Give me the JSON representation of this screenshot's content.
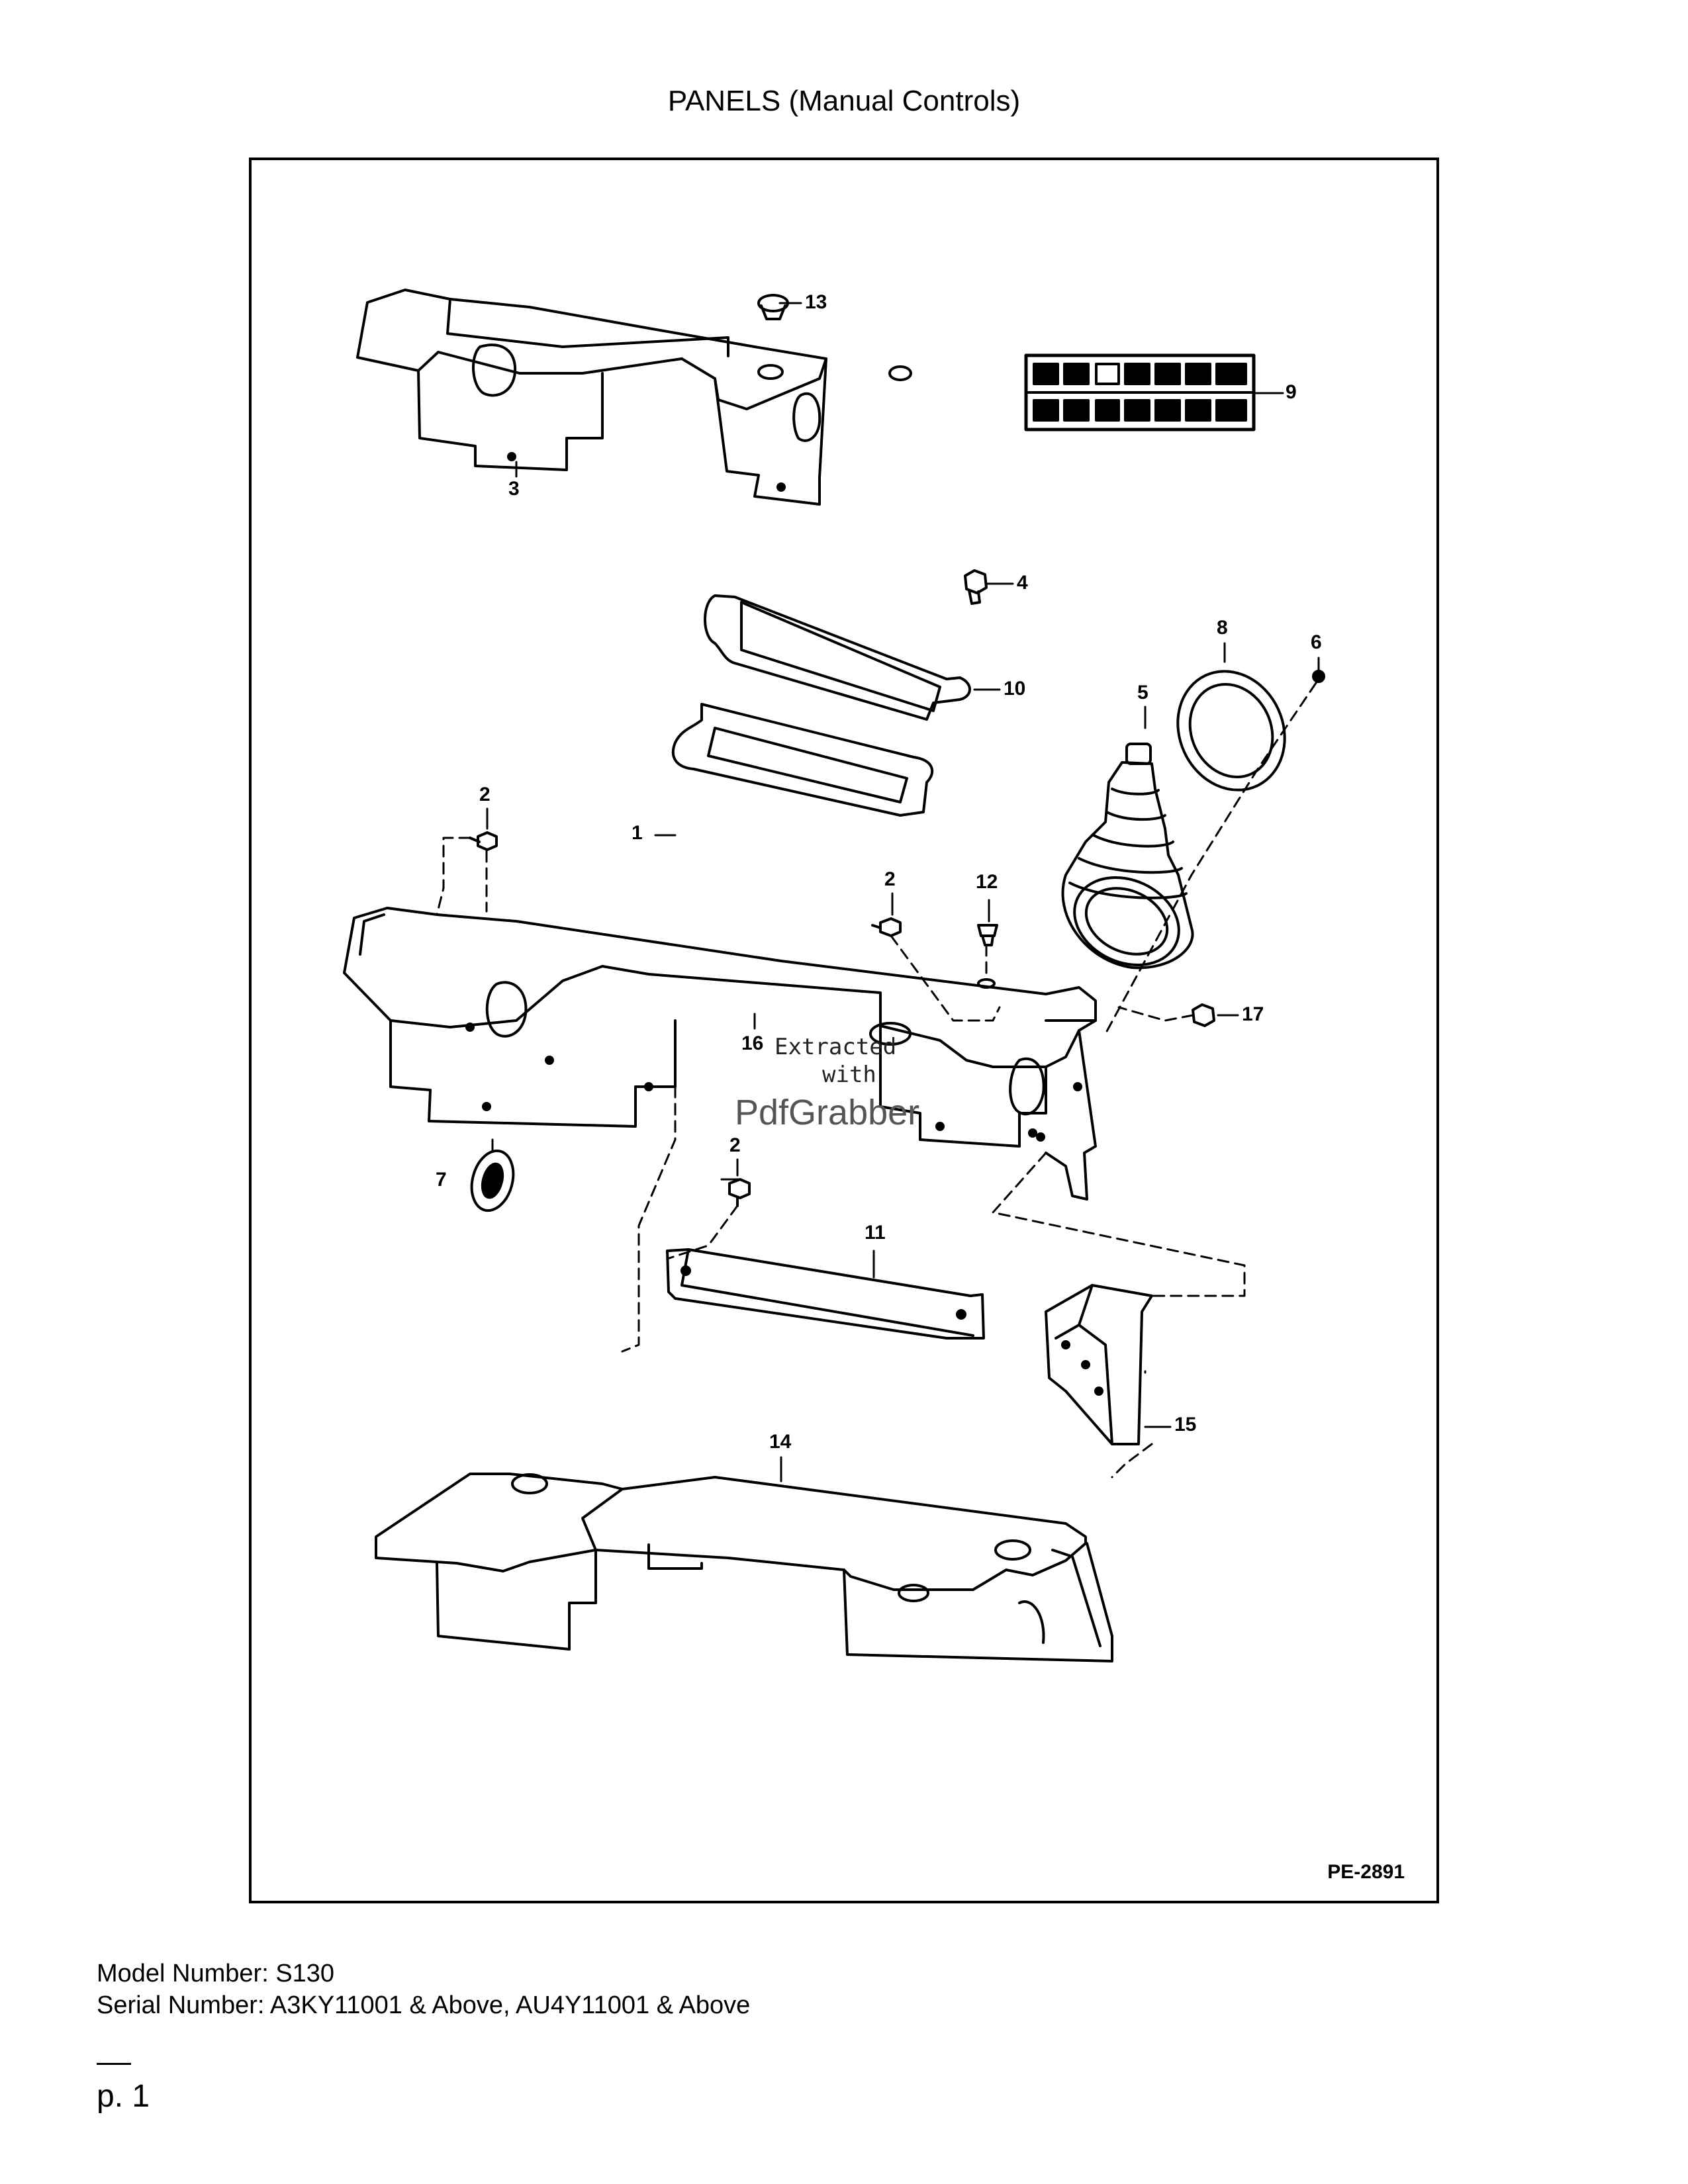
{
  "page": {
    "title": "PANELS (Manual Controls)",
    "drawing_number": "PE-2891",
    "model_label": "Model Number: S130",
    "serial_label": "Serial Number: A3KY11001 & Above, AU4Y11001 & Above",
    "page_number": "p. 1"
  },
  "watermark": {
    "line1": "Extracted",
    "line2": "with",
    "brand": "PdfGrabber"
  },
  "callouts": {
    "c1": "1",
    "c2a": "2",
    "c2b": "2",
    "c2c": "2",
    "c3": "3",
    "c4": "4",
    "c5": "5",
    "c6": "6",
    "c7": "7",
    "c8": "8",
    "c9": "9",
    "c10": "10",
    "c11": "11",
    "c12": "12",
    "c13": "13",
    "c14": "14",
    "c15": "15",
    "c16": "16",
    "c17": "17"
  }
}
